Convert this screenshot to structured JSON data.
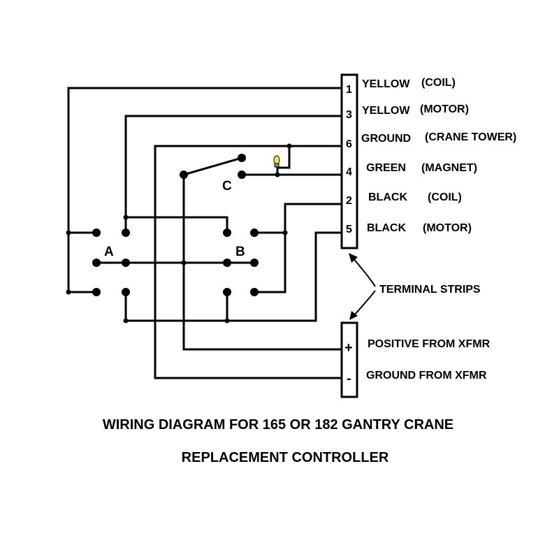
{
  "title_line1": "WIRING DIAGRAM FOR 165 OR 182 GANTRY CRANE",
  "title_line2": "REPLACEMENT CONTROLLER",
  "switch_labels": {
    "a": "A",
    "b": "B",
    "c": "C"
  },
  "terminal_strip_label": "TERMINAL STRIPS",
  "terminals": [
    {
      "number": "1",
      "color": "YELLOW",
      "function": "(COIL)"
    },
    {
      "number": "3",
      "color": "YELLOW",
      "function": "(MOTOR)"
    },
    {
      "number": "6",
      "color": "GROUND",
      "function": "(CRANE TOWER)"
    },
    {
      "number": "4",
      "color": "GREEN",
      "function": "(MAGNET)"
    },
    {
      "number": "2",
      "color": "BLACK",
      "function": "(COIL)"
    },
    {
      "number": "5",
      "color": "BLACK",
      "function": "(MOTOR)"
    }
  ],
  "power_terminals": [
    {
      "symbol": "+",
      "label": "POSITIVE FROM XFMR"
    },
    {
      "symbol": "-",
      "label": "GROUND FROM XFMR"
    }
  ],
  "lamp_color": "#f3e64a"
}
